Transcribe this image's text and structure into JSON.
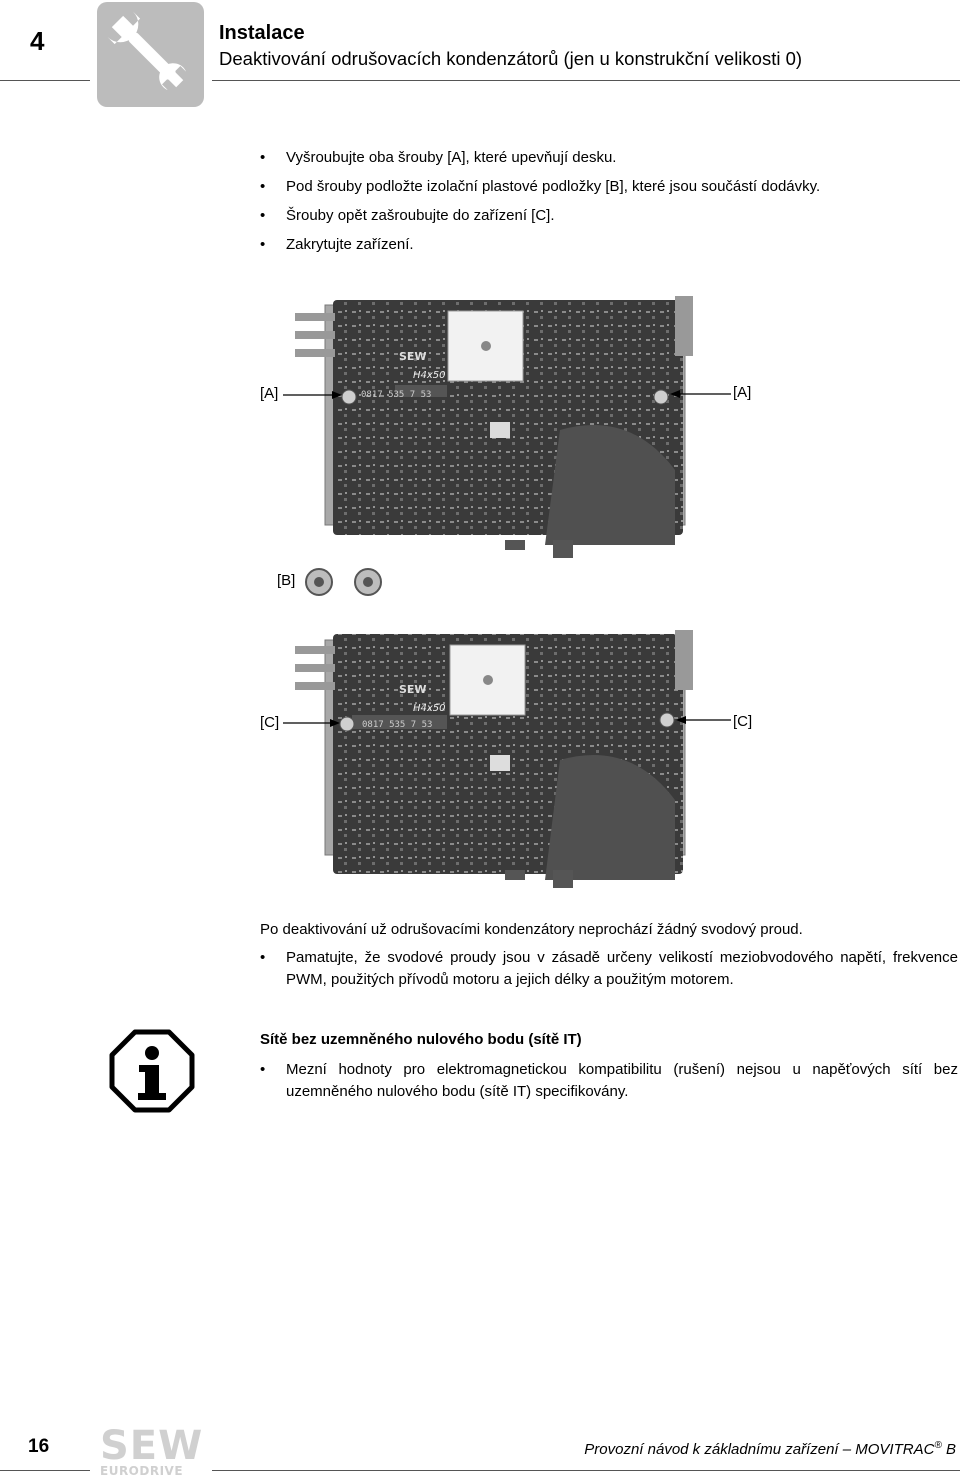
{
  "header": {
    "chapter_number": "4",
    "title": "Instalace",
    "subtitle": "Deaktivování odrušovacích kondenzátorů (jen u konstrukční velikosti 0)",
    "icon": "wrench-icon"
  },
  "steps": [
    "Vyšroubujte oba šrouby [A], které upevňují desku.",
    "Pod šrouby podložte izolační plastové podložky [B], které jsou součástí dodávky.",
    "Šrouby opět zašroubujte do zařízení [C].",
    "Zakrytujte zařízení."
  ],
  "figure": {
    "label_a_left": "[A]",
    "label_a_right": "[A]",
    "label_b": "[B]",
    "label_c_left": "[C]",
    "label_c_right": "[C]",
    "board_marking": "0817 535 7 53",
    "board_handwriting": "H4x50",
    "board_logo": "SEW"
  },
  "note": "Po deaktivování už odrušovacími kondenzátory neprochází žádný svodový proud.",
  "note_bullet": "Pamatujte, že svodové proudy jsou v zásadě určeny velikostí meziobvodového napětí, frekvence PWM, použitých přívodů motoru a jejich délky a použitým motorem.",
  "it_section": {
    "heading": "Sítě bez uzemněného nulového bodu (sítě IT)",
    "bullet": "Mezní hodnoty pro elektromagnetickou kompatibilitu (rušení) nejsou u napěťových sítí bez uzemněného nulového bodu (sítě IT) specifikovány.",
    "icon": "info-icon"
  },
  "footer": {
    "page_number": "16",
    "logo_top": "SEW",
    "logo_bottom": "EURODRIVE",
    "doc_title": "Provozní návod k základnímu zařízení – MOVITRAC",
    "trademark": "®",
    "doc_suffix": " B"
  }
}
